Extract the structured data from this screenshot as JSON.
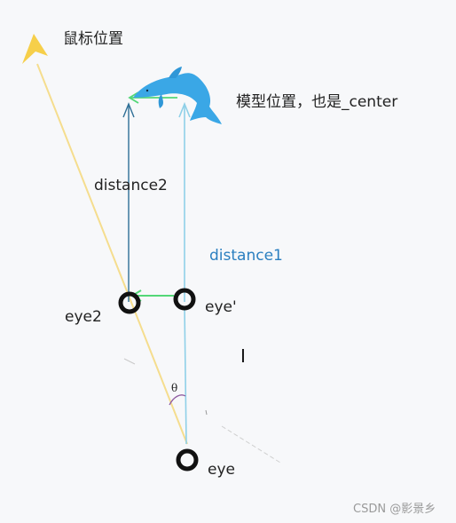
{
  "labels": {
    "mouse_position": "鼠标位置",
    "model_position": "模型位置，也是_center",
    "distance2": "distance2",
    "distance1": "distance1",
    "eye2": "eye2",
    "eye_prime": "eye'",
    "eye": "eye",
    "theta": "θ",
    "cursor": "I",
    "watermark": "CSDN @影景乡"
  },
  "colors": {
    "mouse_ray": "#f5dd8e",
    "mouse_cursor": "#f6cf4a",
    "distance2_line": "#2f6f96",
    "distance1_line": "#8fd0e8",
    "distance1_text": "#2b7fc0",
    "shift_arrow": "#53d777",
    "dolphin": "#3aa7e6",
    "eye_ring": "#111111",
    "angle_mark": "#8e5aa0",
    "text": "#222222",
    "watermark": "#9a9a9a"
  }
}
